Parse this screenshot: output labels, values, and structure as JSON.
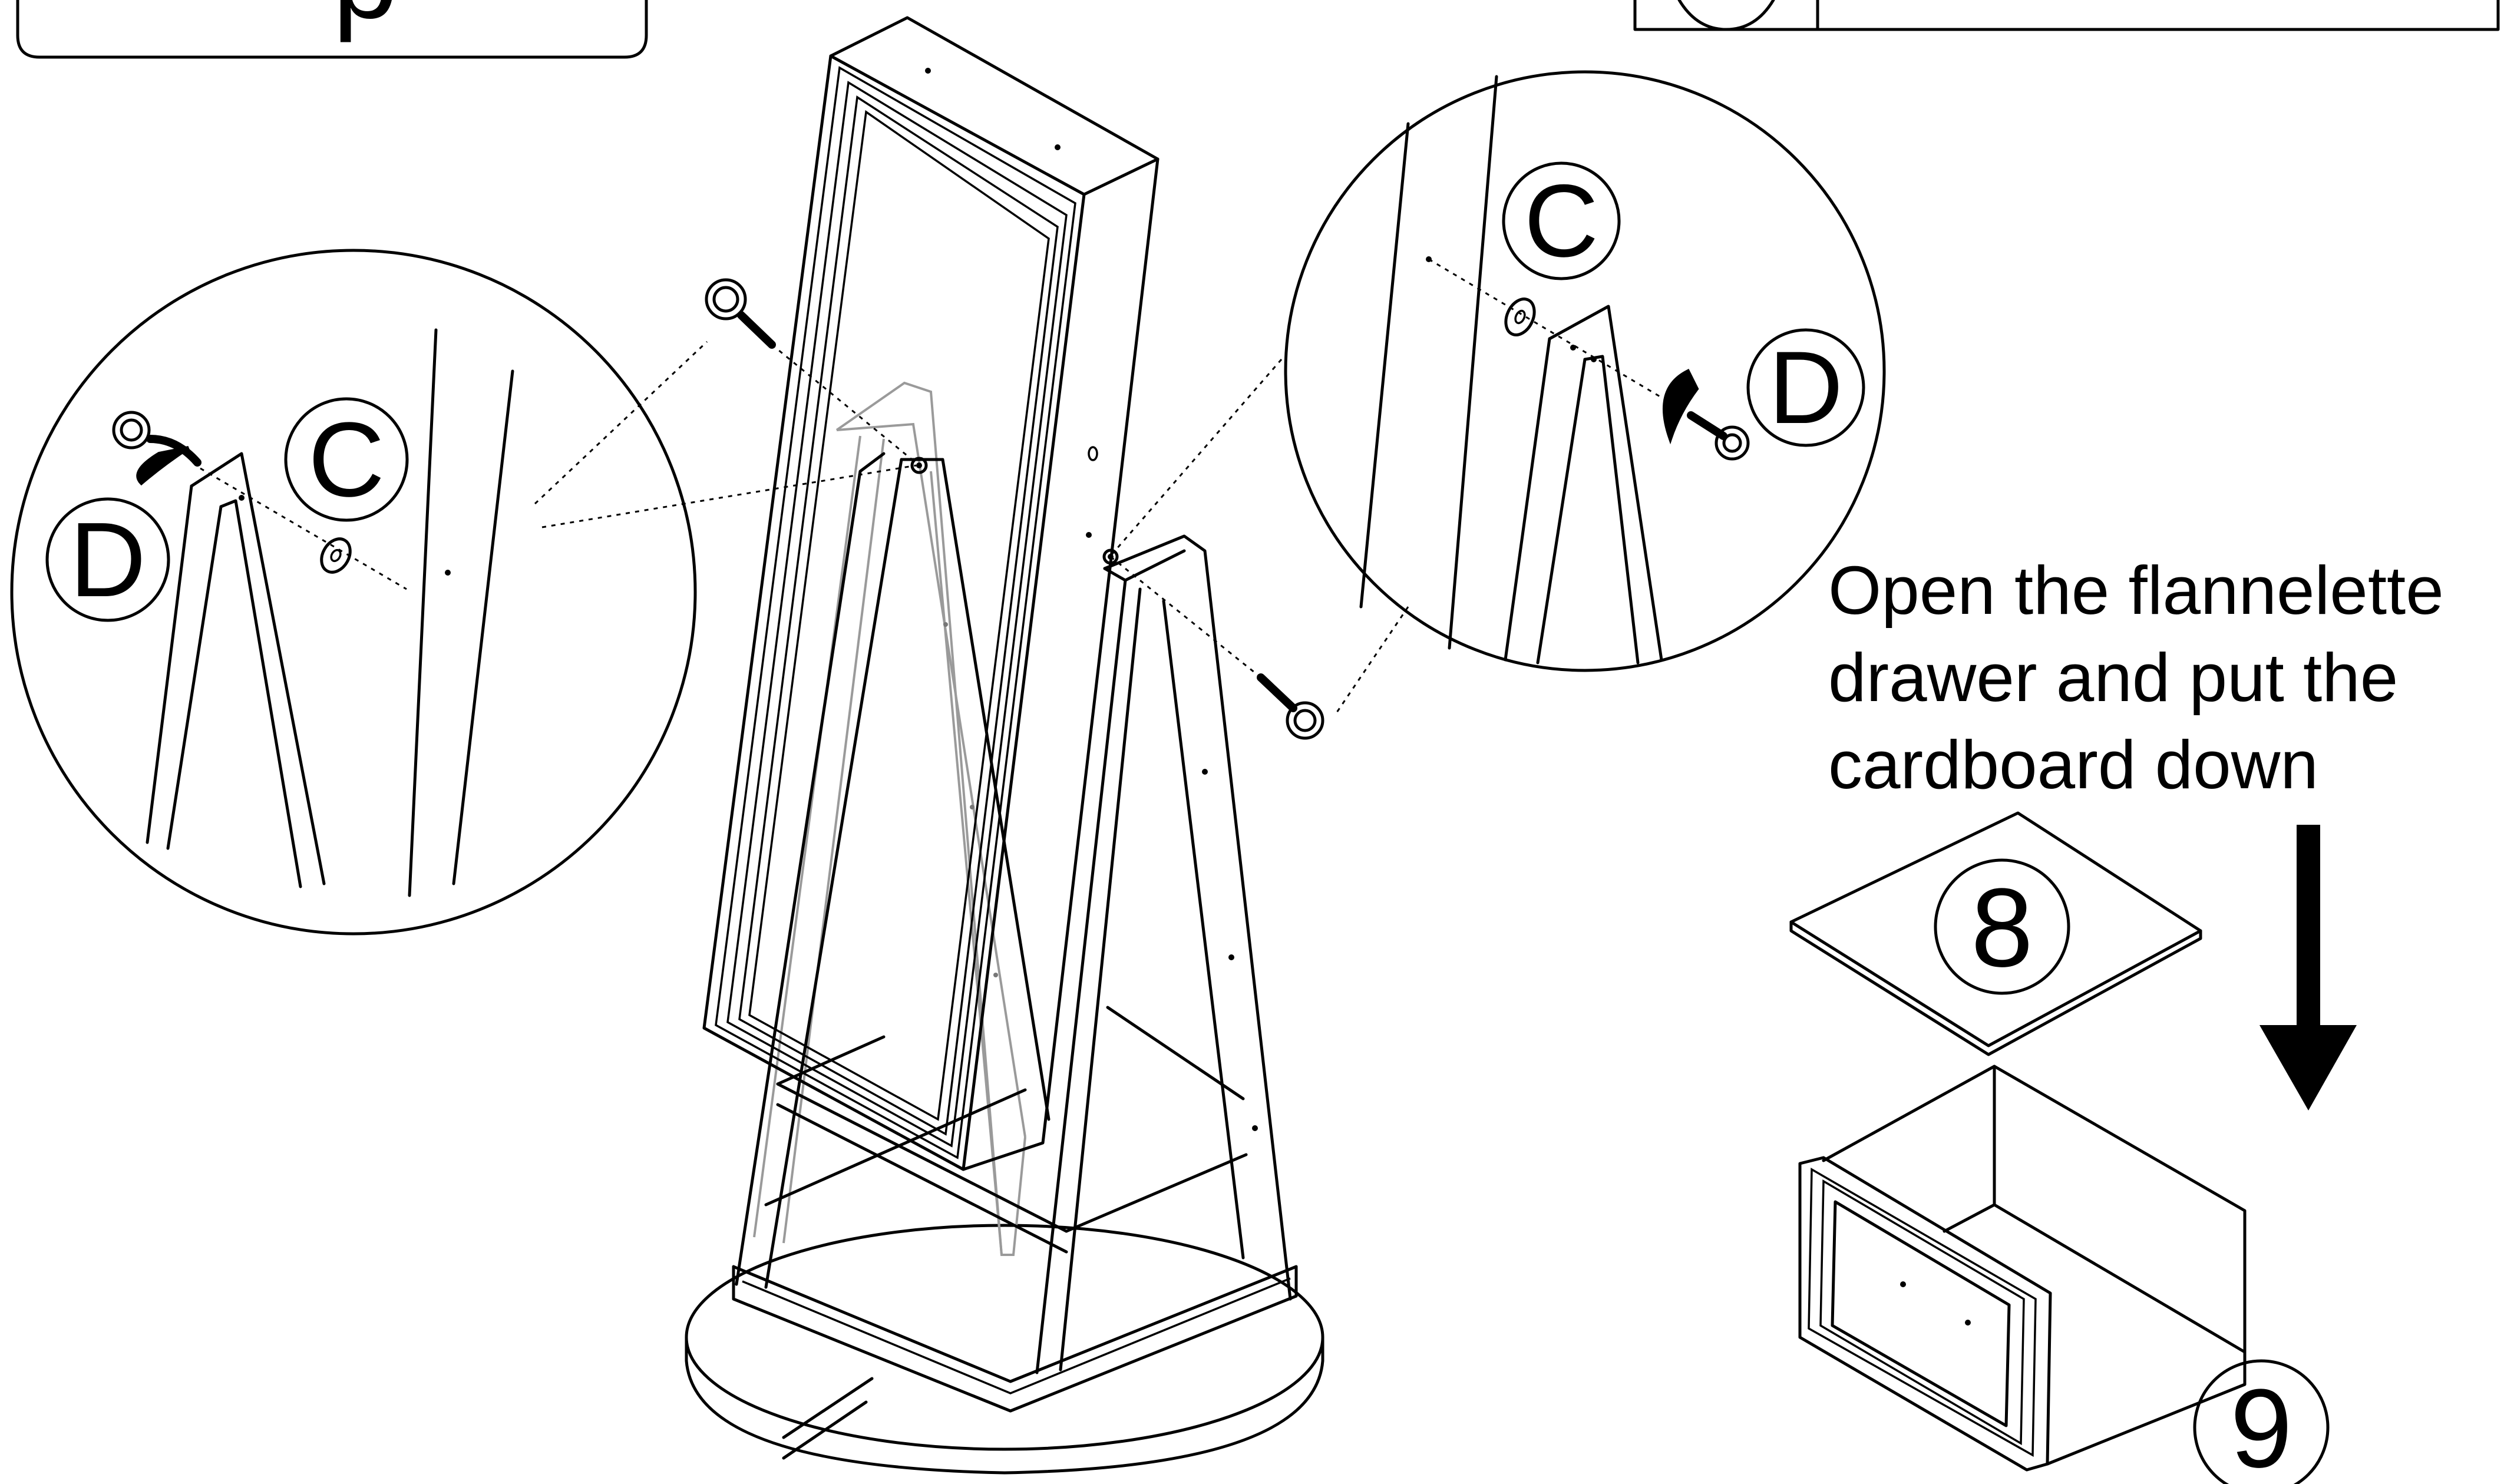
{
  "step_box": {
    "text": "p"
  },
  "labels": {
    "left_callout": {
      "part_c": "C",
      "part_d": "D"
    },
    "right_callout": {
      "part_c": "C",
      "part_d": "D"
    }
  },
  "instruction": {
    "line1": "Open the flannelette",
    "line2": "drawer and put the",
    "line3": "cardboard down"
  },
  "parts": {
    "cardboard_number": "8",
    "drawer_number": "9"
  }
}
